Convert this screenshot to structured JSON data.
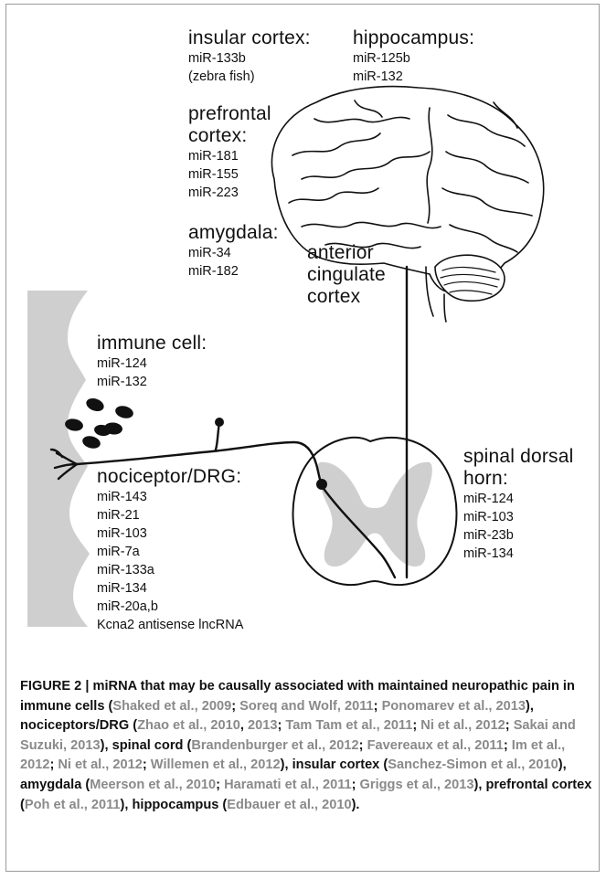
{
  "regions": {
    "insular": {
      "title": "insular cortex:",
      "items": [
        "miR-133b",
        "(zebra fish)"
      ]
    },
    "hippocampus": {
      "title": "hippocampus:",
      "items": [
        "miR-125b",
        "miR-132"
      ]
    },
    "prefrontal": {
      "title_line1": "prefrontal",
      "title_line2": "cortex:",
      "items": [
        "miR-181",
        "miR-155",
        "miR-223"
      ]
    },
    "amygdala": {
      "title": "amygdala:",
      "items": [
        "miR-34",
        "miR-182"
      ]
    },
    "acc": {
      "lines": [
        "anterior",
        "cingulate",
        "cortex"
      ]
    },
    "immune": {
      "title": "immune cell:",
      "items": [
        "miR-124",
        "miR-132"
      ]
    },
    "nociceptor": {
      "title": "nociceptor/DRG:",
      "items": [
        "miR-143",
        "miR-21",
        "miR-103",
        "miR-7a",
        "miR-133a",
        "miR-134",
        "miR-20a,b",
        "Kcna2 antisense lncRNA"
      ]
    },
    "spinal": {
      "title_line1": "spinal dorsal",
      "title_line2": "horn:",
      "items": [
        "miR-124",
        "miR-103",
        "miR-23b",
        "miR-134"
      ]
    }
  },
  "caption": {
    "segments": [
      {
        "text": "FIGURE 2 | miRNA that may be causally associated with maintained neuropathic pain in immune cells (",
        "ref": false
      },
      {
        "text": "Shaked et al., 2009",
        "ref": true
      },
      {
        "text": "; ",
        "ref": false
      },
      {
        "text": "Soreq and Wolf, 2011",
        "ref": true
      },
      {
        "text": "; ",
        "ref": false
      },
      {
        "text": "Ponomarev et al., 2013",
        "ref": true
      },
      {
        "text": "), nociceptors/DRG (",
        "ref": false
      },
      {
        "text": "Zhao et al., 2010",
        "ref": true
      },
      {
        "text": ", ",
        "ref": false
      },
      {
        "text": "2013",
        "ref": true
      },
      {
        "text": "; ",
        "ref": false
      },
      {
        "text": "Tam Tam et al., 2011",
        "ref": true
      },
      {
        "text": "; ",
        "ref": false
      },
      {
        "text": "Ni et al., 2012",
        "ref": true
      },
      {
        "text": "; ",
        "ref": false
      },
      {
        "text": "Sakai and Suzuki, 2013",
        "ref": true
      },
      {
        "text": "), spinal cord (",
        "ref": false
      },
      {
        "text": "Brandenburger et al., 2012",
        "ref": true
      },
      {
        "text": "; ",
        "ref": false
      },
      {
        "text": "Favereaux et al., 2011",
        "ref": true
      },
      {
        "text": "; ",
        "ref": false
      },
      {
        "text": "Im et al., 2012",
        "ref": true
      },
      {
        "text": "; ",
        "ref": false
      },
      {
        "text": "Ni et al., 2012",
        "ref": true
      },
      {
        "text": "; ",
        "ref": false
      },
      {
        "text": "Willemen et al., 2012",
        "ref": true
      },
      {
        "text": "), insular cortex (",
        "ref": false
      },
      {
        "text": "Sanchez-Simon et al., 2010",
        "ref": true
      },
      {
        "text": "), amygdala (",
        "ref": false
      },
      {
        "text": "Meerson et al., 2010",
        "ref": true
      },
      {
        "text": "; ",
        "ref": false
      },
      {
        "text": "Haramati et al., 2011",
        "ref": true
      },
      {
        "text": "; ",
        "ref": false
      },
      {
        "text": "Griggs et al., 2013",
        "ref": true
      },
      {
        "text": "), prefrontal cortex (",
        "ref": false
      },
      {
        "text": "Poh et al., 2011",
        "ref": true
      },
      {
        "text": "), hippocampus (",
        "ref": false
      },
      {
        "text": "Edbauer et al., 2010",
        "ref": true
      },
      {
        "text": ").",
        "ref": false
      }
    ]
  },
  "colors": {
    "tissue_gray": "#cfcfcf",
    "ink": "#111111",
    "reference": "#8a8a8a",
    "frame": "#9a9a9a"
  }
}
